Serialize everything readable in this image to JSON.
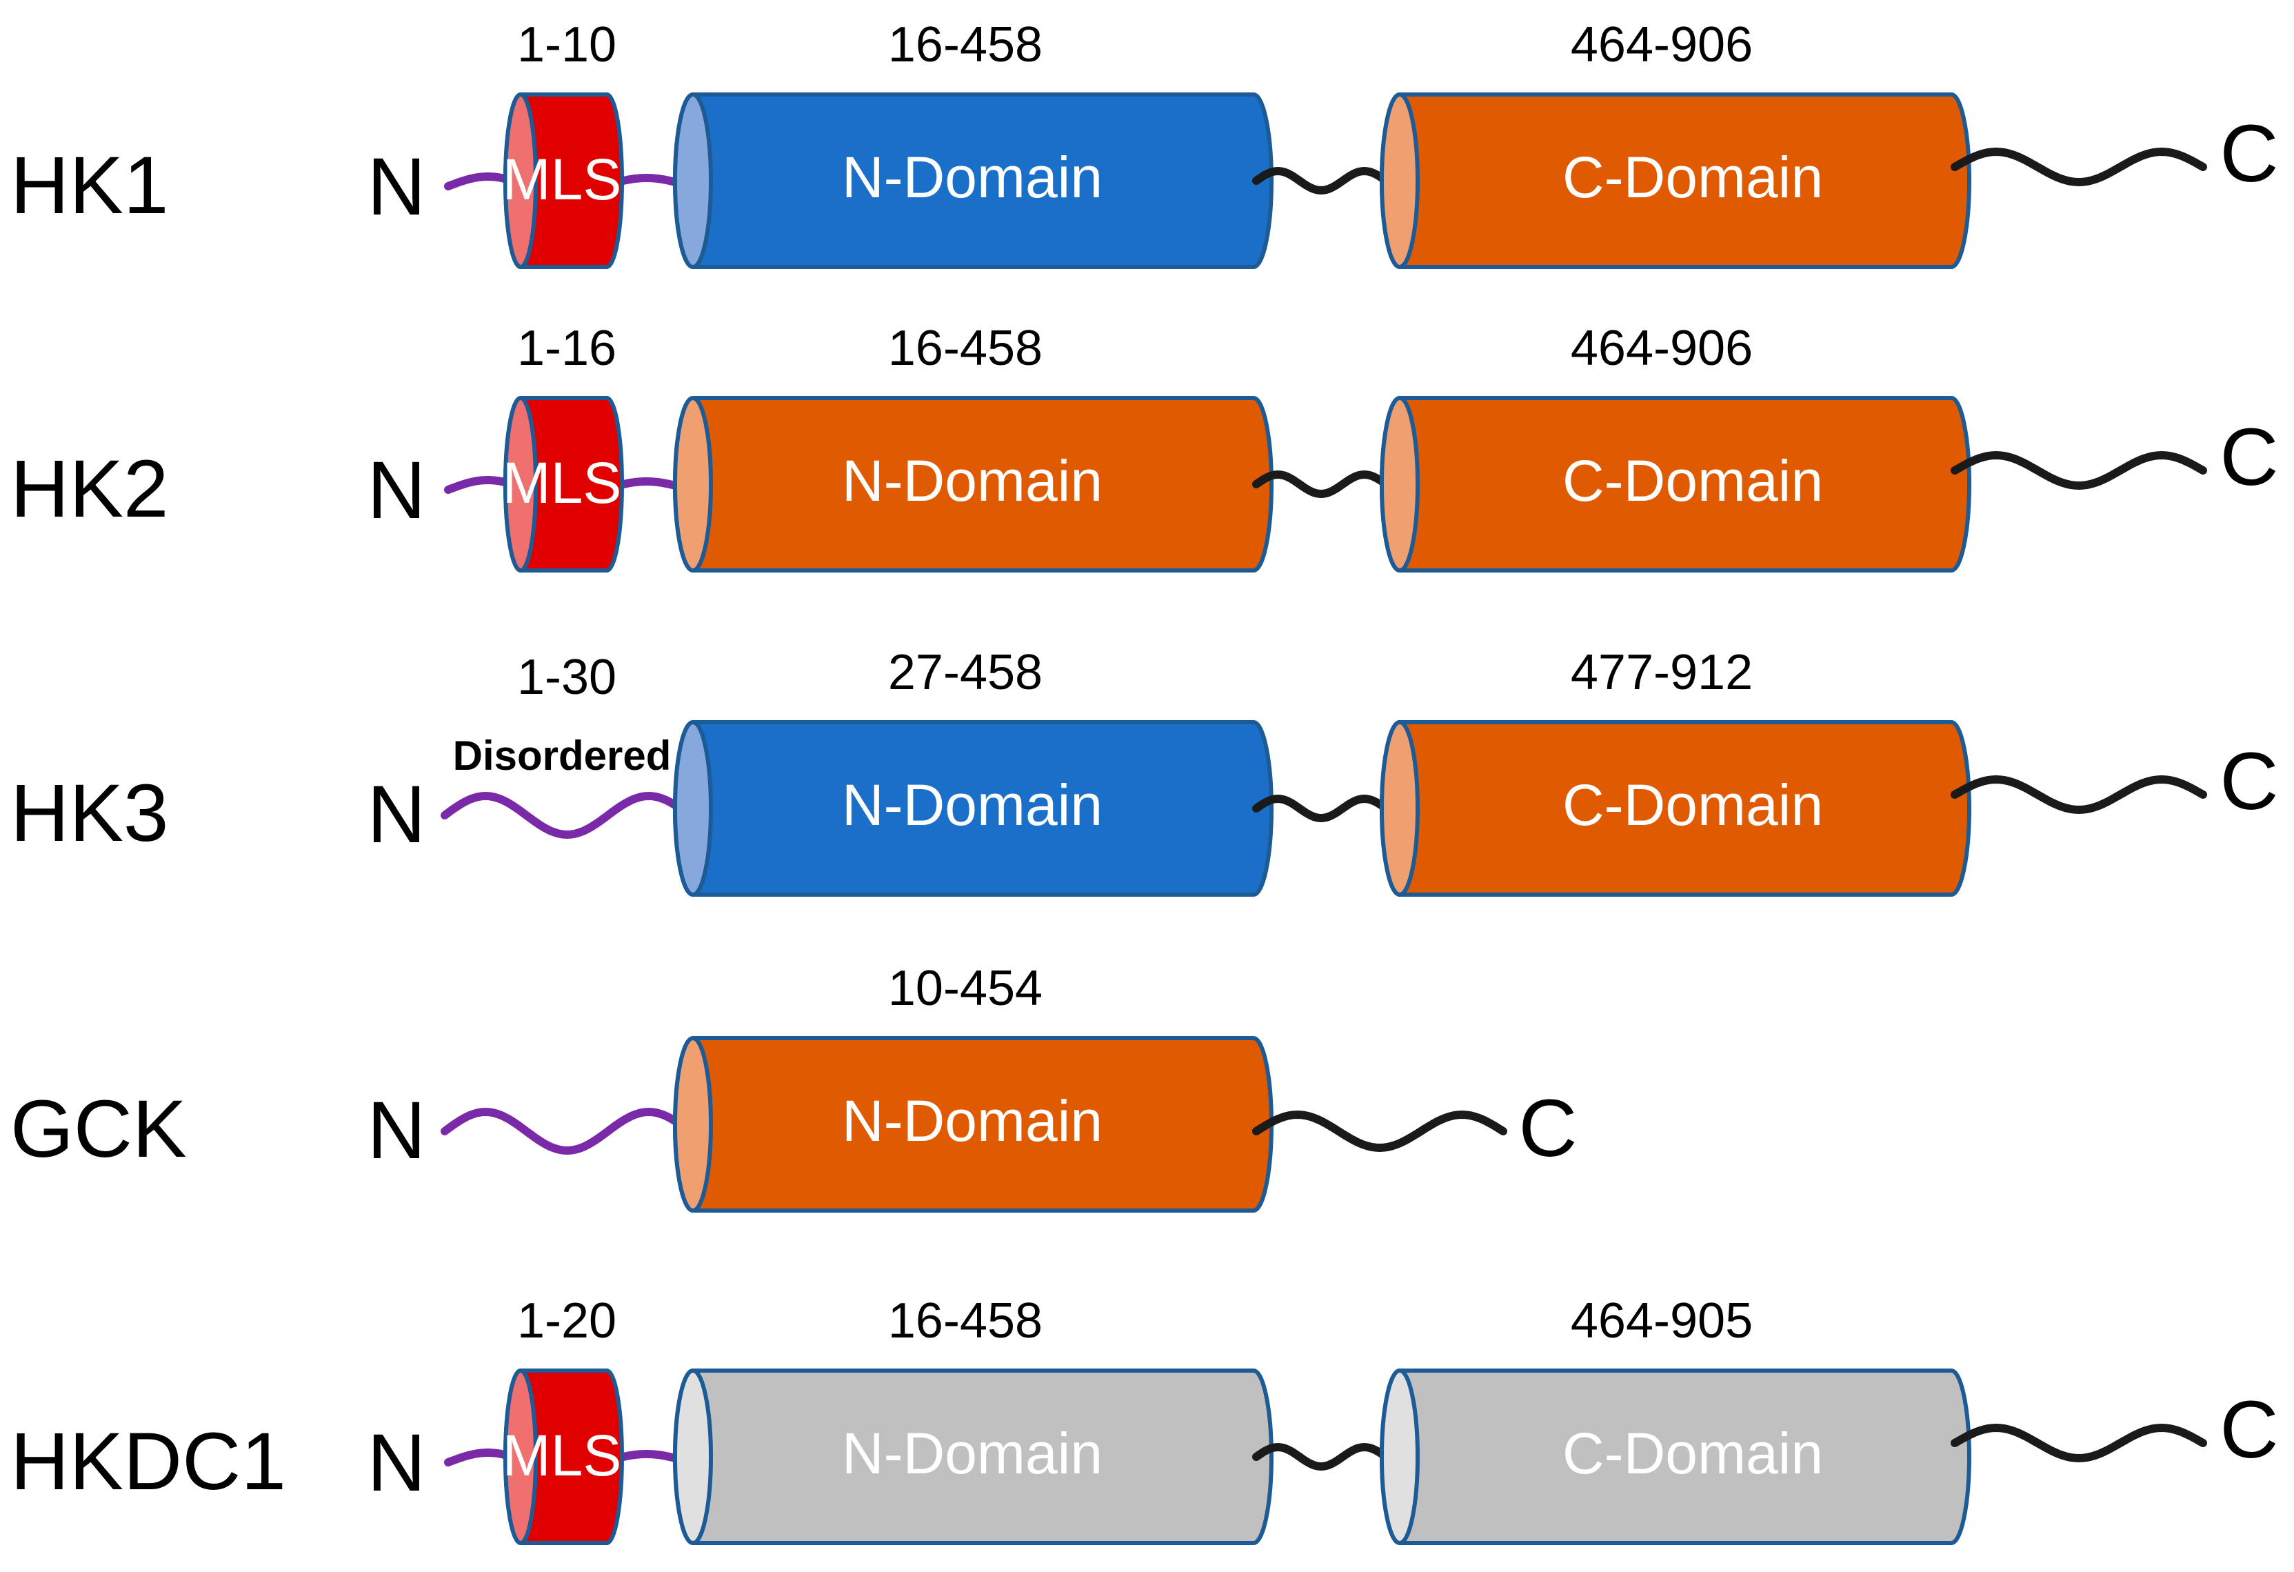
{
  "colors": {
    "blue": "#1a70c8",
    "blue_cap": "#86a8dc",
    "orange": "#df5a00",
    "orange_cap": "#f0a070",
    "gray": "#c0c0c0",
    "gray_cap": "#e0e0e0",
    "red": "#e00000",
    "red_cap": "#f07070",
    "outline": "#1d5b96",
    "linker_purple": "#7a2aa8",
    "linker_black": "#1a1a1a"
  },
  "proteins": [
    {
      "name": "HK1",
      "n_label": "N",
      "c_label": "C",
      "mls": {
        "label": "MLS",
        "range": "1-10"
      },
      "disordered": null,
      "n_domain": {
        "label": "N-Domain",
        "range": "16-458",
        "color": "blue"
      },
      "c_domain": {
        "label": "C-Domain",
        "range": "464-906",
        "color": "orange"
      }
    },
    {
      "name": "HK2",
      "n_label": "N",
      "c_label": "C",
      "mls": {
        "label": "MLS",
        "range": "1-16"
      },
      "disordered": null,
      "n_domain": {
        "label": "N-Domain",
        "range": "16-458",
        "color": "orange"
      },
      "c_domain": {
        "label": "C-Domain",
        "range": "464-906",
        "color": "orange"
      }
    },
    {
      "name": "HK3",
      "n_label": "N",
      "c_label": "C",
      "mls": null,
      "disordered": {
        "label": "Disordered",
        "range": "1-30"
      },
      "n_domain": {
        "label": "N-Domain",
        "range": "27-458",
        "color": "blue"
      },
      "c_domain": {
        "label": "C-Domain",
        "range": "477-912",
        "color": "orange"
      }
    },
    {
      "name": "GCK",
      "n_label": "N",
      "c_label": "C",
      "mls": null,
      "disordered": null,
      "n_domain": {
        "label": "N-Domain",
        "range": "10-454",
        "color": "orange"
      },
      "c_domain": null
    },
    {
      "name": "HKDC1",
      "n_label": "N",
      "c_label": "C",
      "mls": {
        "label": "MLS",
        "range": "1-20"
      },
      "disordered": null,
      "n_domain": {
        "label": "N-Domain",
        "range": "16-458",
        "color": "gray"
      },
      "c_domain": {
        "label": "C-Domain",
        "range": "464-905",
        "color": "gray"
      }
    }
  ]
}
